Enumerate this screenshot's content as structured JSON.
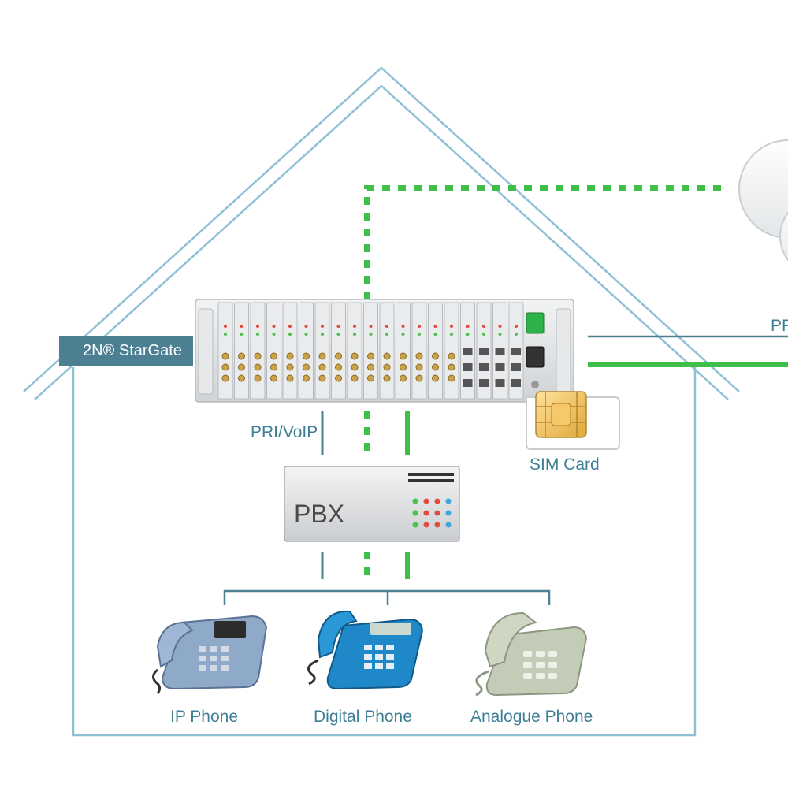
{
  "labels": {
    "stargate": "2N® StarGate",
    "pri_voip": "PRI/VoIP",
    "pri_right": "PR",
    "sim_card": "SIM Card",
    "pbx": "PBX",
    "ip_phone": "IP Phone",
    "digital_phone": "Digital Phone",
    "analogue_phone": "Analogue Phone"
  },
  "colors": {
    "house_outline": "#8fc1d6",
    "wired_line": "#4d7f93",
    "gsm_green": "#3fbf4a",
    "badge_bg": "#4d7f93",
    "label_text": "#3f7f95"
  }
}
